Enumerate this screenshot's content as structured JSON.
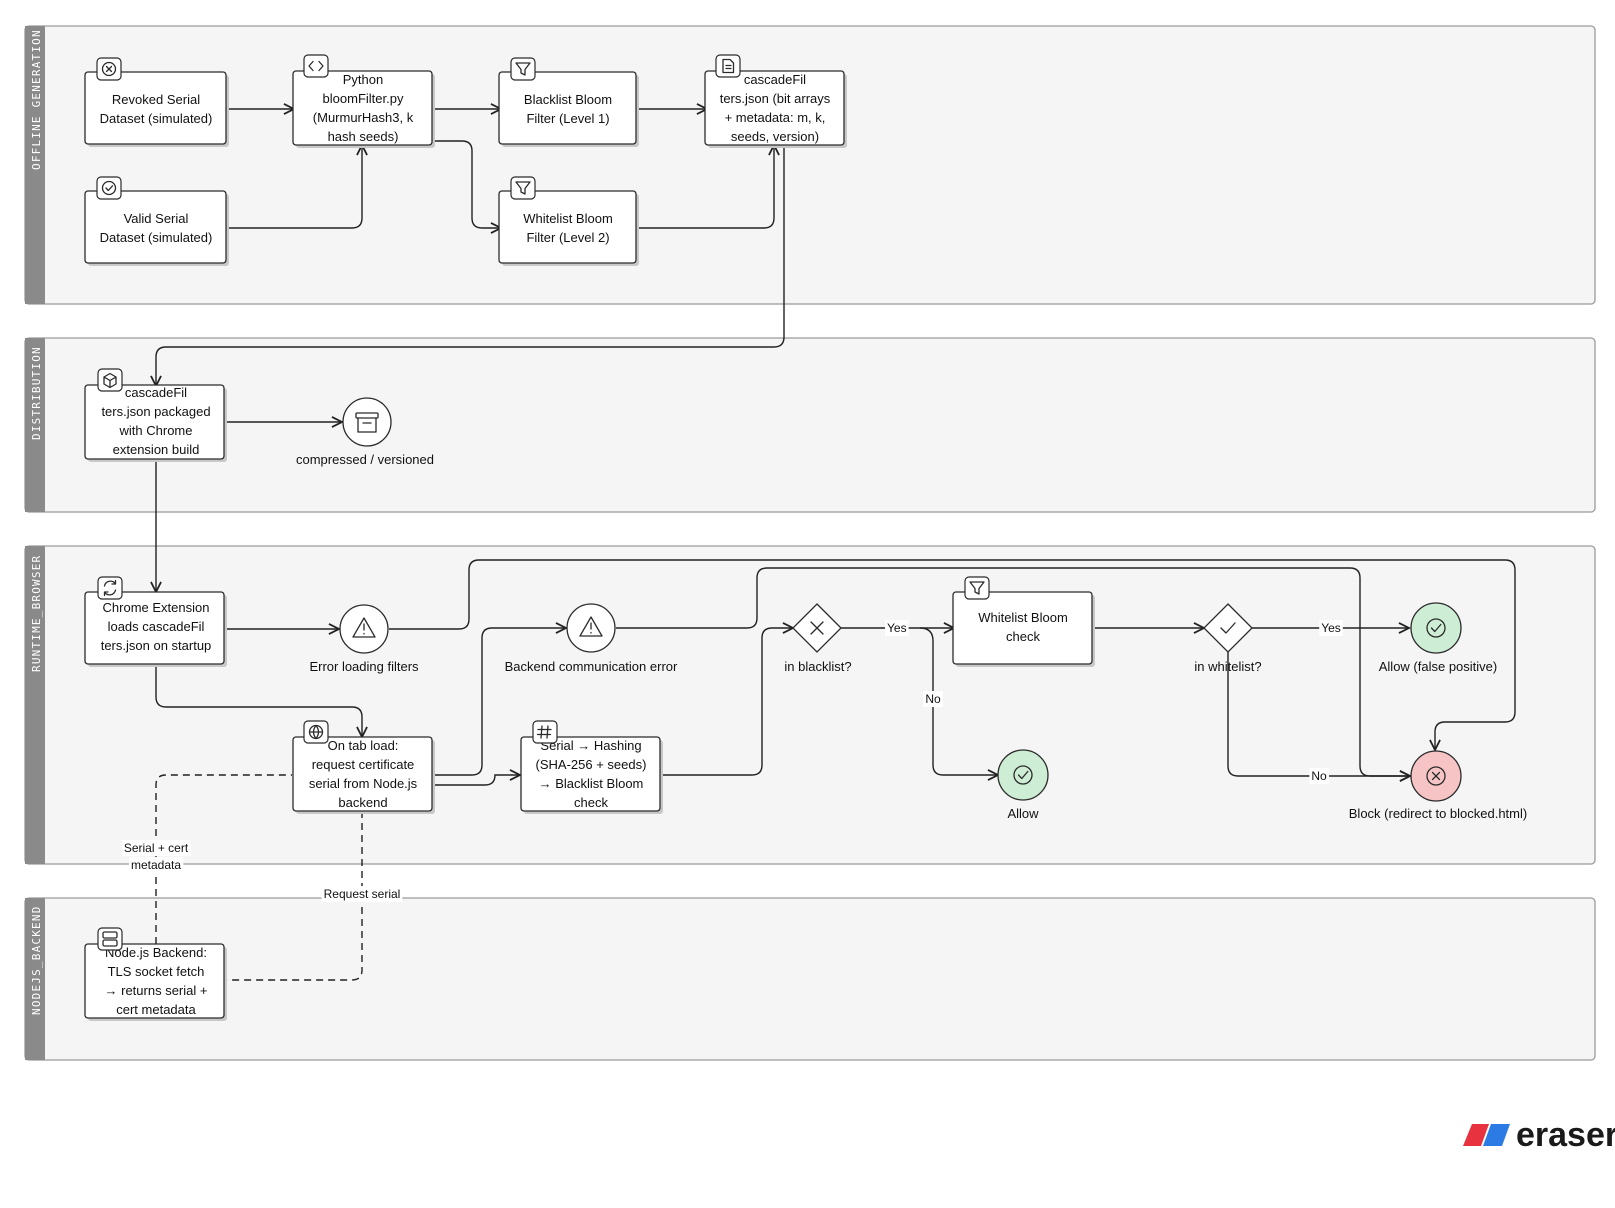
{
  "lanes": {
    "offline": "OFFLINE GENERATION",
    "distribution": "DISTRIBUTION",
    "runtime": "RUNTIME_BROWSER",
    "backend": "NODEJS_BACKEND"
  },
  "nodes": {
    "revoked": [
      "Revoked Serial",
      "Dataset (simulated)"
    ],
    "valid": [
      "Valid Serial",
      "Dataset (simulated)"
    ],
    "python": [
      "Python",
      "bloomFilter.py",
      "(MurmurHash3, k",
      "hash seeds)"
    ],
    "blacklist": [
      "Blacklist Bloom",
      "Filter (Level 1)"
    ],
    "whitelist_filter": [
      "Whitelist Bloom",
      "Filter (Level 2)"
    ],
    "cascade_json": [
      "cascadeFil",
      "ters.json (bit arrays",
      "+ metadata: m, k,",
      "seeds, version)"
    ],
    "packaged": [
      "cascadeFil",
      "ters.json packaged",
      "with Chrome",
      "extension build"
    ],
    "compressed": "compressed / versioned",
    "chrome_ext": [
      "Chrome Extension",
      "loads cascadeFil",
      "ters.json on startup"
    ],
    "error_filters": "Error loading filters",
    "backend_error": "Backend communication error",
    "in_blacklist": "in blacklist?",
    "whitelist_check": [
      "Whitelist Bloom",
      "check"
    ],
    "in_whitelist": "in whitelist?",
    "allow_fp": "Allow (false positive)",
    "tab_load": [
      "On tab load:",
      "request certificate",
      "serial from Node.js",
      "backend"
    ],
    "hashing": [
      "Serial → Hashing",
      "(SHA-256 + seeds)",
      "→ Blacklist Bloom",
      "check"
    ],
    "allow": "Allow",
    "block": "Block (redirect to blocked.html)",
    "node_backend": [
      "Node.js Backend:",
      "TLS socket fetch",
      "→ returns serial +",
      "cert metadata"
    ]
  },
  "edge_labels": {
    "yes_blacklist": "Yes",
    "no_blacklist": "No",
    "yes_whitelist": "Yes",
    "no_whitelist": "No",
    "serial_cert": [
      "Serial + cert",
      "metadata"
    ],
    "request_serial": "Request serial"
  },
  "icons": {
    "revoked": "x-circle-icon",
    "valid": "check-circle-icon",
    "python": "code-icon",
    "blacklist": "filter-icon",
    "whitelist_filter": "filter-icon",
    "cascade_json": "file-icon",
    "packaged": "package-icon",
    "compressed": "archive-icon",
    "chrome_ext": "refresh-icon",
    "error": "warning-icon",
    "tab_load": "globe-icon",
    "hashing": "hash-icon",
    "whitelist_check": "filter-icon",
    "allow": "check-circle-icon",
    "block": "x-circle-icon",
    "node_backend": "server-icon"
  },
  "colors": {
    "allow_fill": "#cdeed4",
    "block_fill": "#f6c4c4",
    "neutral_fill": "#ffffff",
    "brand_red": "#e8323f",
    "brand_blue": "#2c7be5"
  },
  "brand": {
    "text": "eraser"
  }
}
